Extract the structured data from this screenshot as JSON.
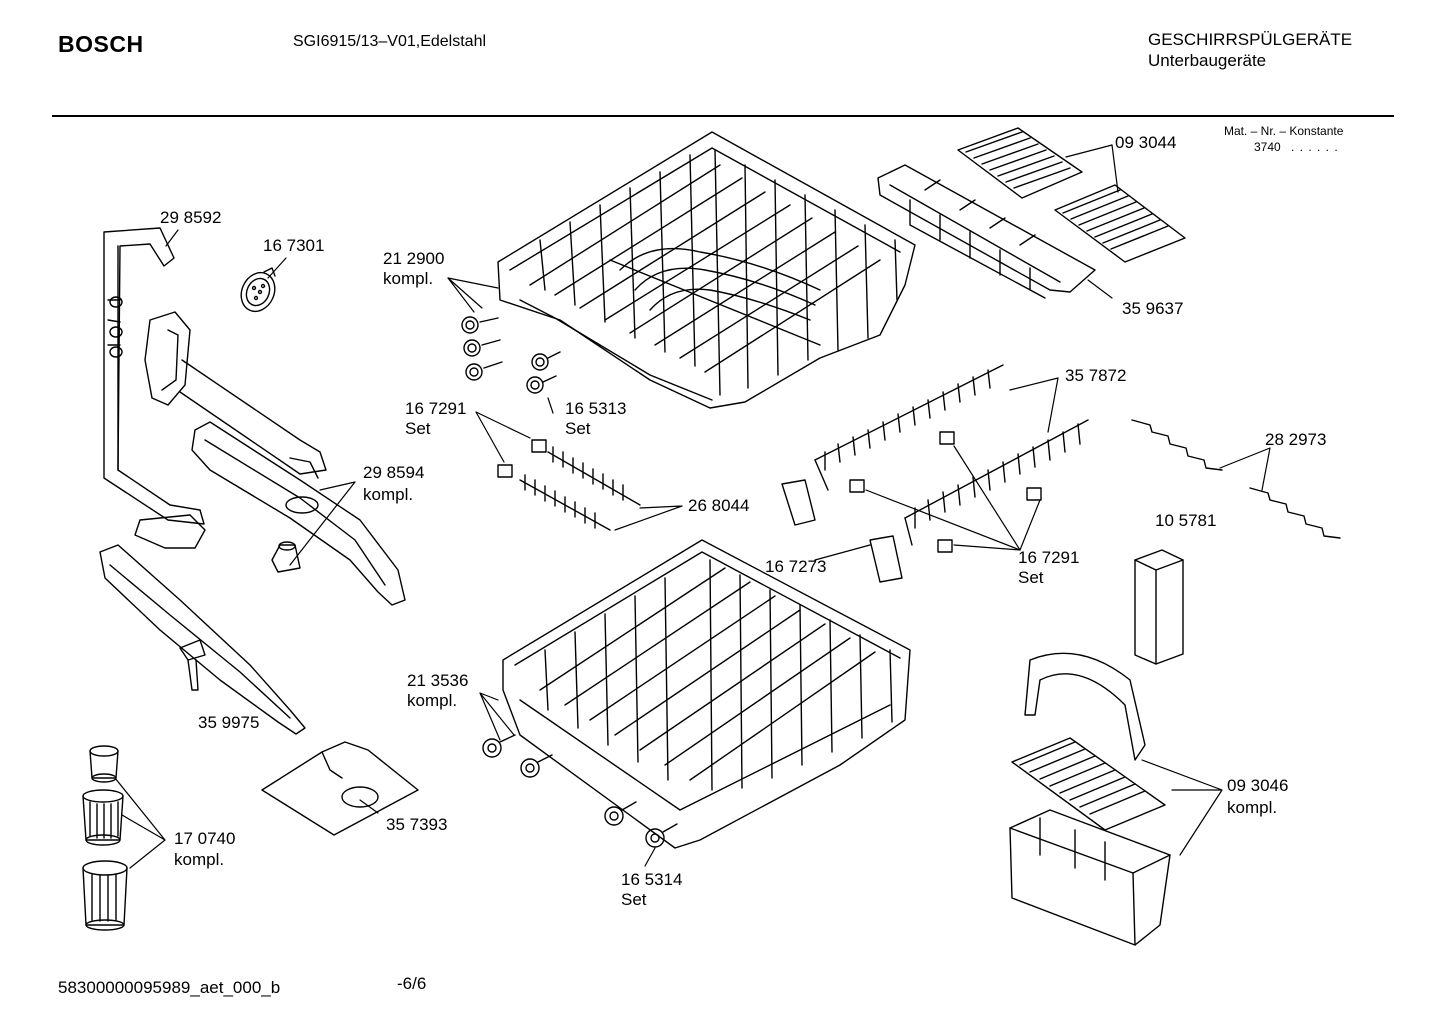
{
  "header": {
    "brand": "BOSCH",
    "model": "SGI6915/13–V01,Edelstahl",
    "category_line1": "GESCHIRRSPÜLGERÄTE",
    "category_line2": "Unterbaugeräte",
    "mat_label": "Mat. – Nr. – Konstante",
    "mat_value": "3740",
    "mat_dots": ". . . . . ."
  },
  "footer": {
    "document_id": "58300000095989_aet_000_b",
    "page": "-6/6"
  },
  "parts": {
    "p298592": "29 8592",
    "p167301": "16 7301",
    "p212900": "21 2900",
    "p212900_note": "kompl.",
    "p093044": "09 3044",
    "p359637": "35 9637",
    "p167291a": "16 7291",
    "p167291a_note": "Set",
    "p165313": "16 5313",
    "p165313_note": "Set",
    "p357872": "35 7872",
    "p282973": "28 2973",
    "p298594": "29 8594",
    "p298594_note": "kompl.",
    "p268044": "26 8044",
    "p105781": "10 5781",
    "p167273": "16 7273",
    "p167291b": "16 7291",
    "p167291b_note": "Set",
    "p213536": "21 3536",
    "p213536_note": "kompl.",
    "p359975": "35 9975",
    "p093046": "09 3046",
    "p093046_note": "kompl.",
    "p170740": "17 0740",
    "p170740_note": "kompl.",
    "p357393": "35 7393",
    "p165314": "16 5314",
    "p165314_note": "Set"
  }
}
